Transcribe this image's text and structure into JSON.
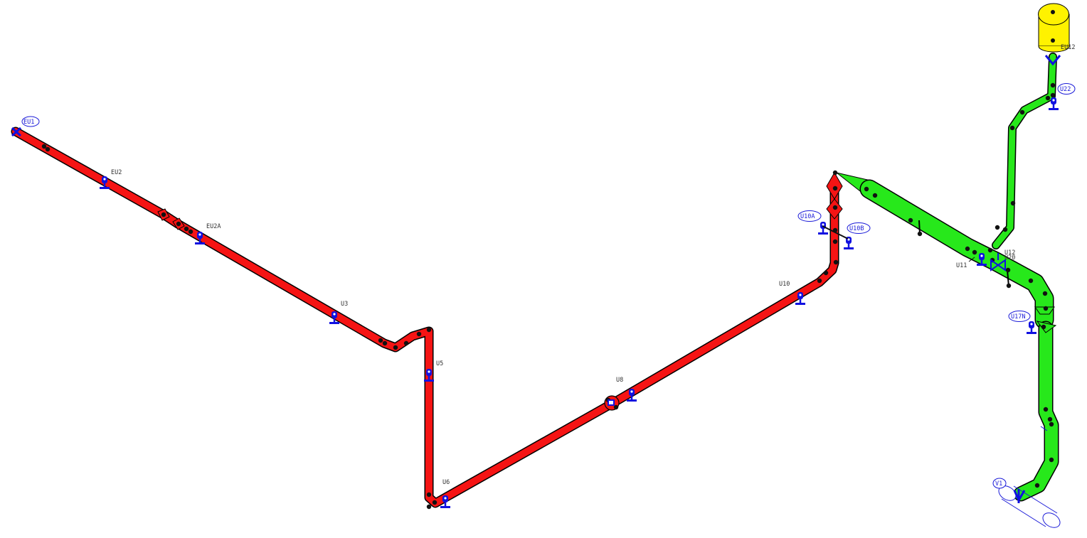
{
  "colors": {
    "red_pipe": "#f51414",
    "green_pipe": "#27e81b",
    "vessel": "#fff200",
    "support": "#1010e0",
    "node": "#111111"
  },
  "labels": {
    "eu1": "EU1",
    "eu2": "EU2",
    "eu2a": "EU2A",
    "u3": "U3",
    "u5": "U5",
    "u6": "U6",
    "u8": "U8",
    "u10": "U10",
    "u10a": "U10A",
    "u10b": "U10B",
    "u11": "U11",
    "u12": "U12",
    "u20": "U20",
    "u17n": "U17N",
    "u22": "U22",
    "eu12": "EU12",
    "v1": "V1"
  }
}
